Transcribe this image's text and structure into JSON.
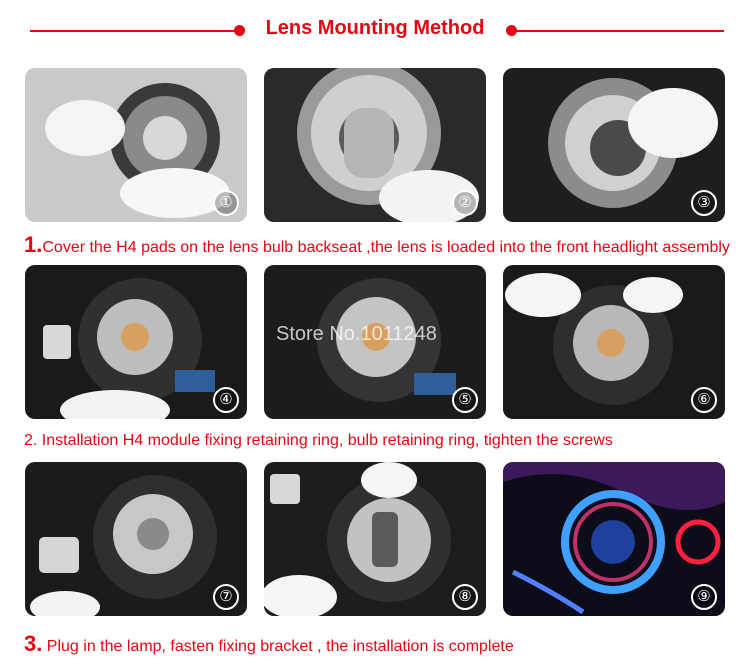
{
  "title": "Lens Mounting Method",
  "steps": [
    {
      "number": "①"
    },
    {
      "number": "②"
    },
    {
      "number": "③"
    },
    {
      "number": "④"
    },
    {
      "number": "⑤"
    },
    {
      "number": "⑥"
    },
    {
      "number": "⑦"
    },
    {
      "number": "⑧"
    },
    {
      "number": "⑨"
    }
  ],
  "captions": {
    "step1_prefix": "1.",
    "step1_text": "Cover the H4 pads on the lens bulb backseat ,the lens is loaded into the front headlight assembly",
    "step2_text": "2. Installation H4 module fixing retaining ring, bulb retaining ring, tighten the screws",
    "step3_prefix": "3.",
    "step3_text": " Plug in the lamp, fasten fixing bracket , the installation is complete"
  },
  "watermark": "Store No.1011248",
  "colors": {
    "accent": "#e30613"
  }
}
